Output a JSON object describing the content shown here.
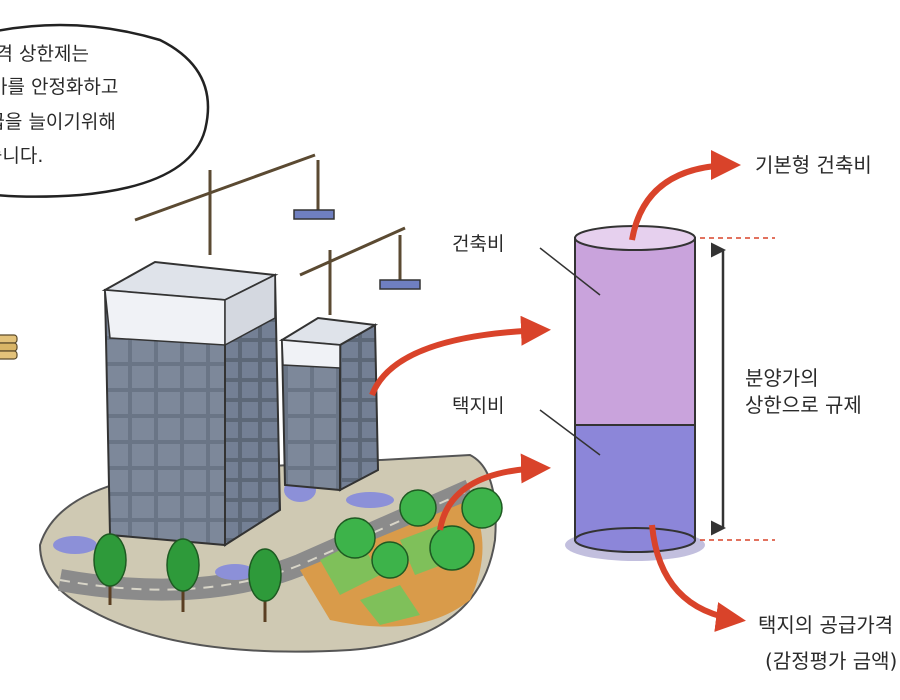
{
  "speech_bubble": {
    "lines": [
      "가격 상한제는",
      "분양가를 안정화하고",
      "주택공급을 늘이기위해",
      "도입되었습니다."
    ]
  },
  "column": {
    "top_label": "건축비",
    "bottom_label": "택지비"
  },
  "annotations": {
    "top_right": "기본형 건축비",
    "middle_right": [
      "분양가의",
      "상한으로 규제"
    ],
    "bottom_right": [
      "택지의 공급가격",
      "(감정평가 금액)"
    ]
  },
  "colors": {
    "construction_cost": "#c9a3dc",
    "land_cost": "#8c86d9",
    "arrow": "#d9432a",
    "dashed_line": "#d9432a",
    "building_glass": "#5f6a7a",
    "tree": "#2e9a3a"
  }
}
